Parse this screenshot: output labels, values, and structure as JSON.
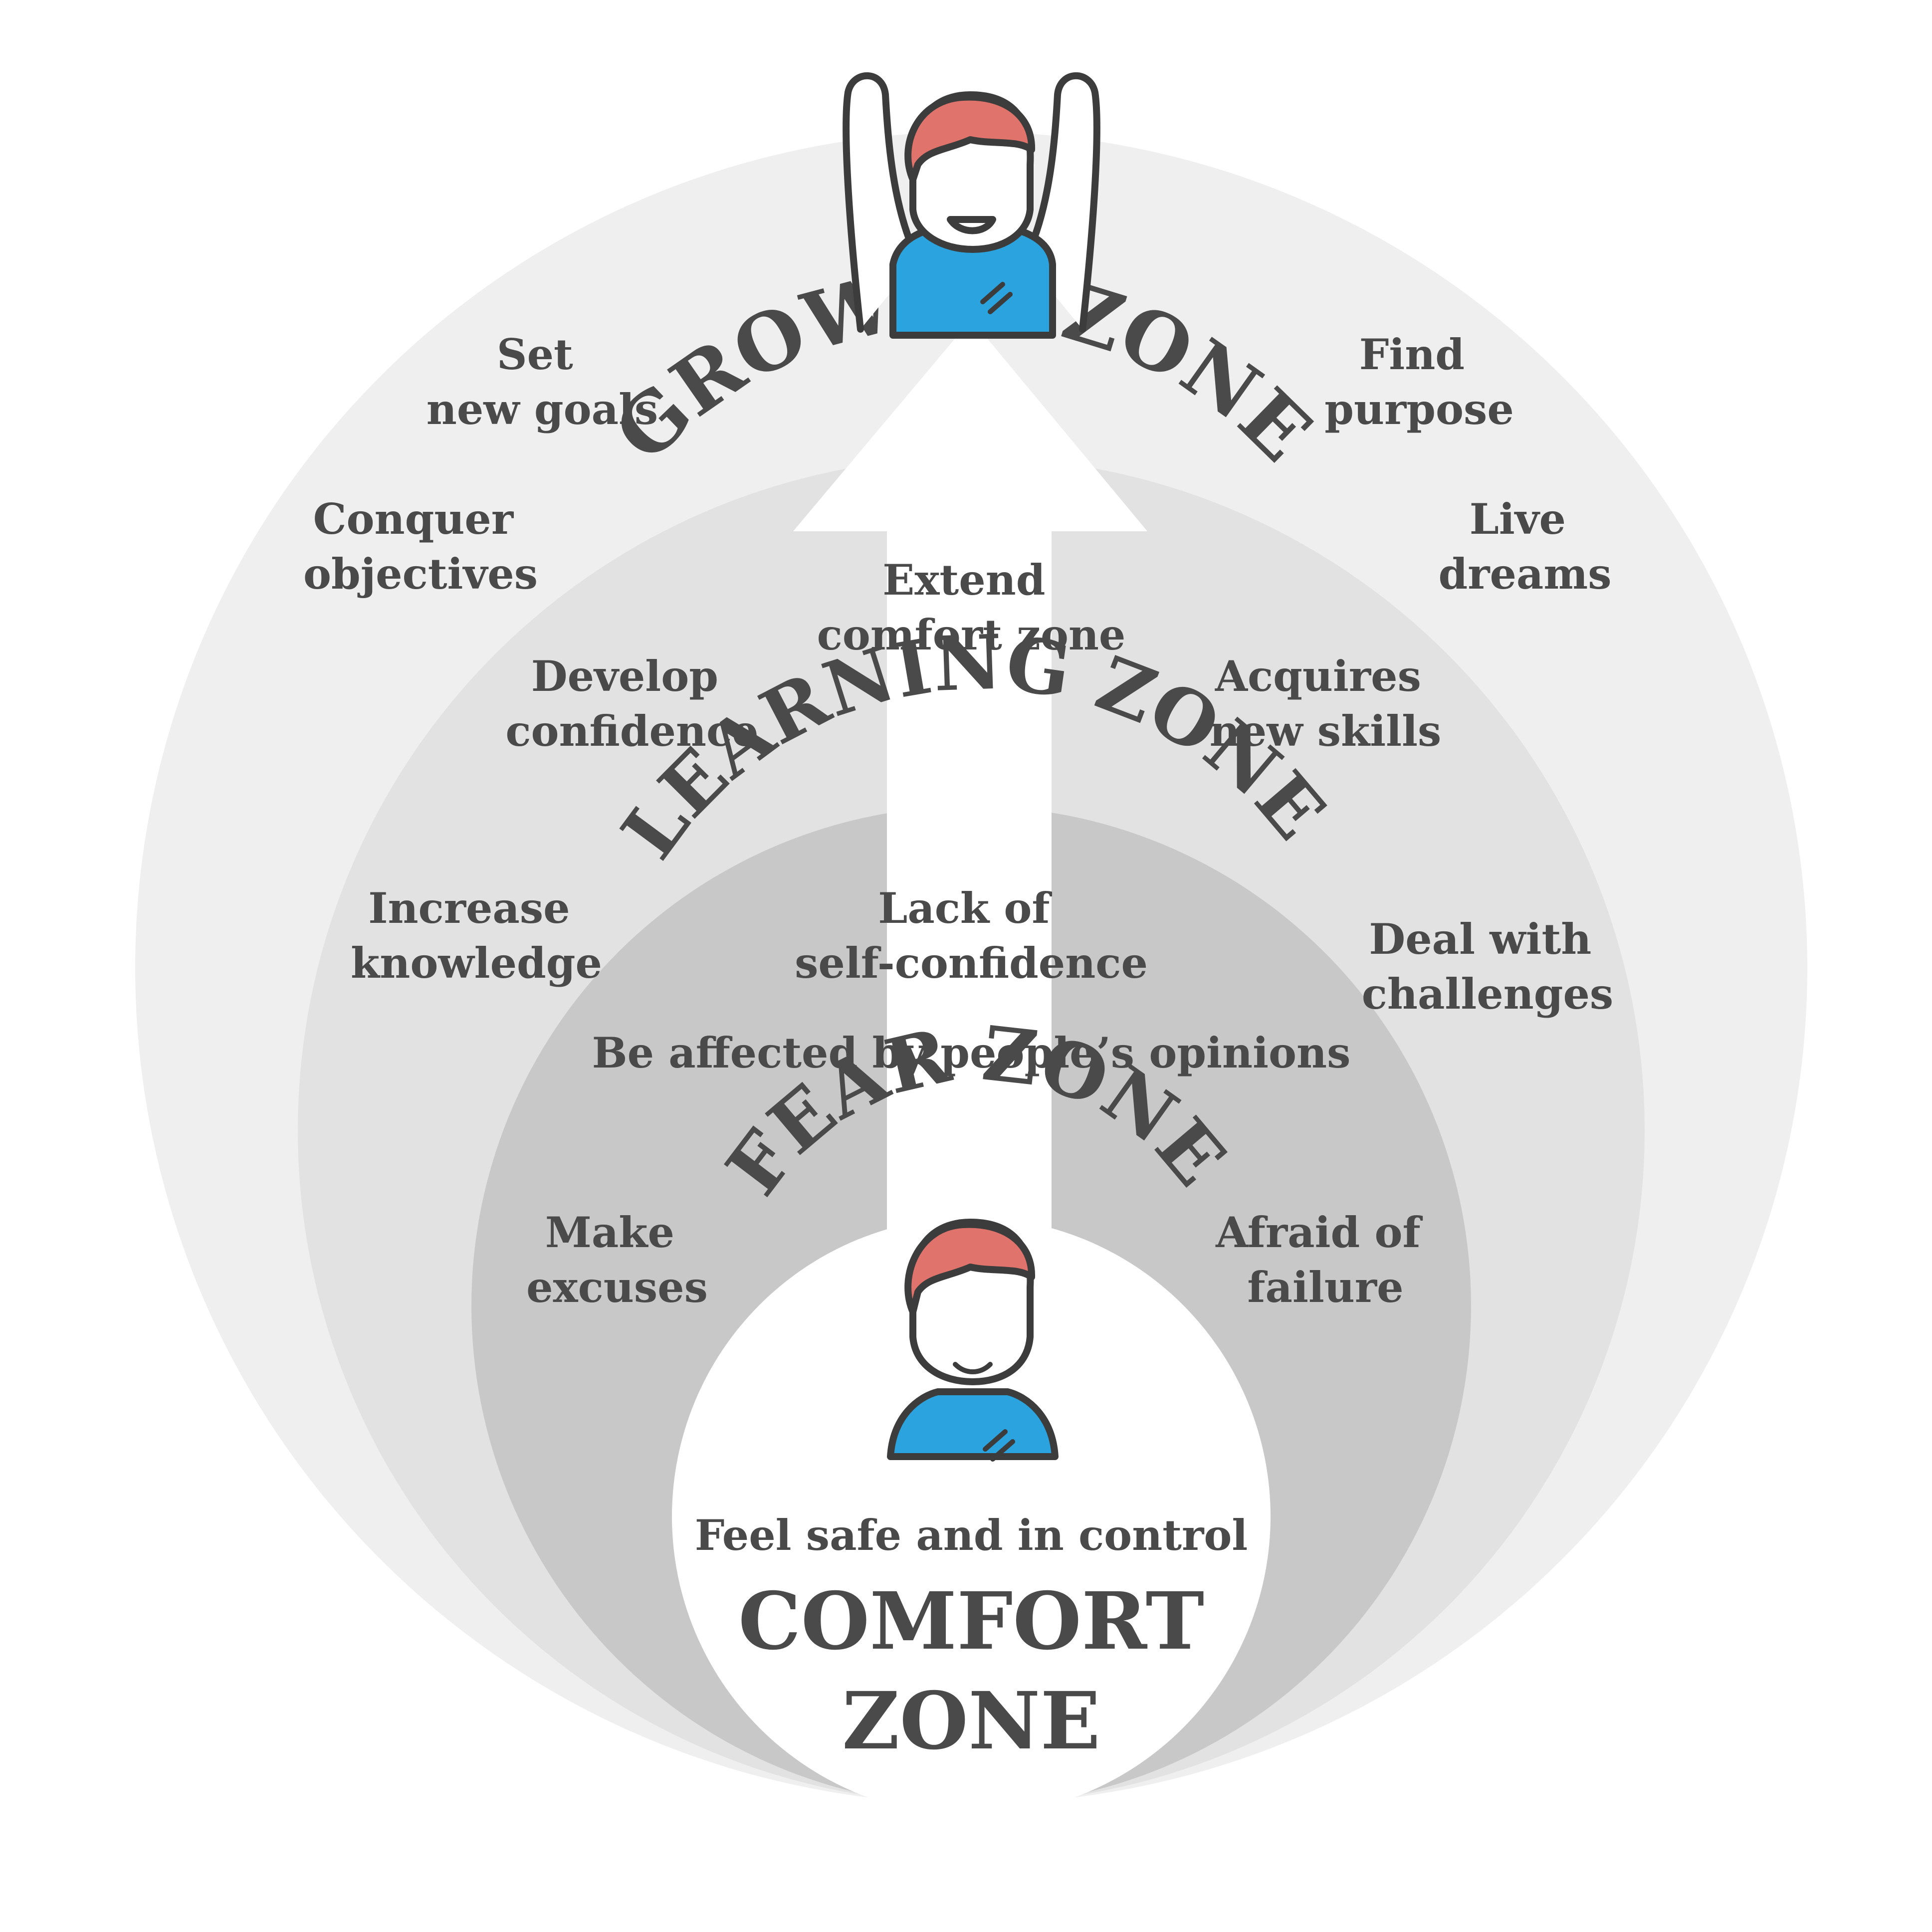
{
  "zones": {
    "growth": {
      "title": "GROWTH ZONE",
      "items": {
        "set_goals": [
          "Set",
          "new goals"
        ],
        "find_purpose": [
          "Find",
          "purpose"
        ],
        "conquer": [
          "Conquer",
          "objectives"
        ],
        "live_dreams": [
          "Live",
          "dreams"
        ]
      }
    },
    "learning": {
      "title": "LEARNING ZONE",
      "items": {
        "extend": [
          "Extend",
          "comfort zone"
        ],
        "develop": [
          "Develop",
          "confidence"
        ],
        "acquires": [
          "Acquires",
          "new skills"
        ],
        "increase": [
          "Increase",
          "knowledge"
        ],
        "deal": [
          "Deal with",
          "challenges"
        ]
      }
    },
    "fear": {
      "title": "FEAR ZONE",
      "items": {
        "lack": [
          "Lack of",
          "self-confidence"
        ],
        "affected": "Be affected by people’s opinions",
        "excuses": [
          "Make",
          "excuses"
        ],
        "afraid": [
          "Afraid of",
          "failure"
        ]
      }
    },
    "comfort": {
      "caption": "Feel safe and in control",
      "title_line1": "COMFORT",
      "title_line2": "ZONE"
    }
  },
  "colors": {
    "growth_fill": "#efefef",
    "learning_fill": "#e2e2e2",
    "fear_fill": "#c8c8c8",
    "comfort_fill": "#ffffff",
    "text": "#4a4a4a",
    "hair": "#e0736b",
    "shirt": "#2ba3de",
    "outline": "#3c3c3c"
  },
  "icons": [
    "celebrating-person-icon",
    "smiling-person-icon",
    "upward-arrow-icon"
  ]
}
